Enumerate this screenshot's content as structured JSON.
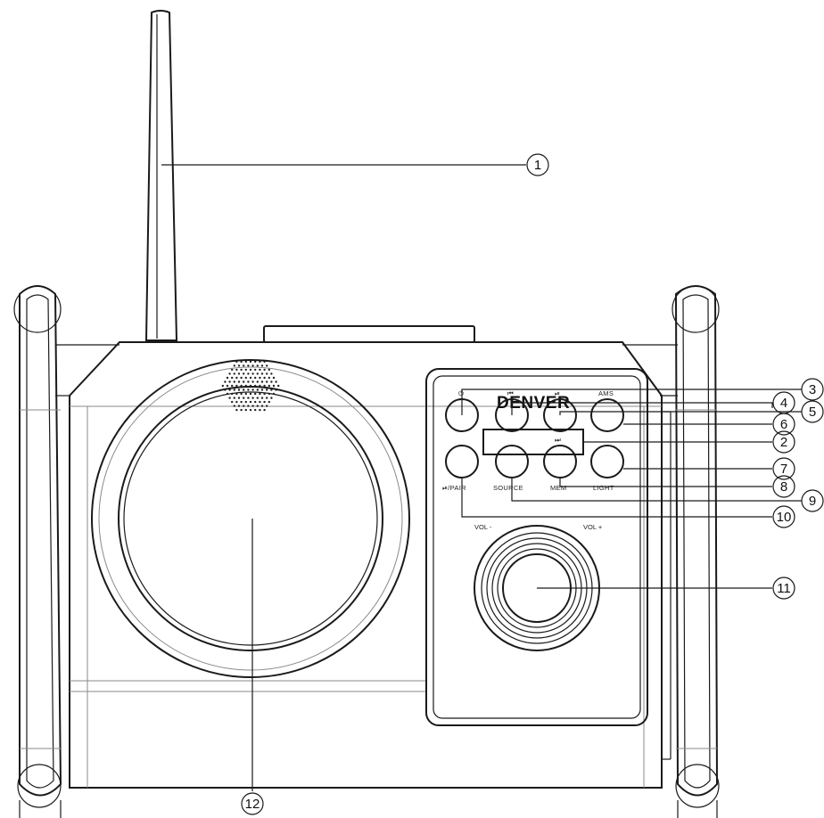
{
  "brand": "DENVER",
  "button_labels": {
    "power_symbol": "⏻",
    "prev_symbol": "⏮",
    "playpause_symbol": "⏯",
    "ams": "AMS",
    "play_pair": "⏯/PAIR",
    "source": "SOURCE",
    "next_symbol": "⏭",
    "mem": "MEM",
    "light": "LIGHT"
  },
  "volume_labels": {
    "minus": "VOL -",
    "plus": "VOL +"
  },
  "callouts": [
    "1",
    "2",
    "3",
    "4",
    "5",
    "6",
    "7",
    "8",
    "9",
    "10",
    "11",
    "12"
  ]
}
